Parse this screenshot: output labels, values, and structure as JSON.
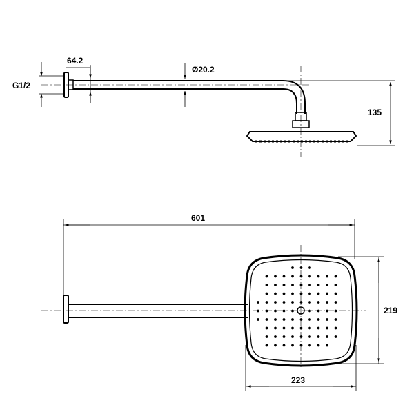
{
  "dimensions": {
    "thread": "G1/2",
    "flange_offset": "64.2",
    "arm_diameter": "Ø20.2",
    "drop_height": "135",
    "total_length": "601",
    "head_height": "219",
    "head_width": "223"
  }
}
